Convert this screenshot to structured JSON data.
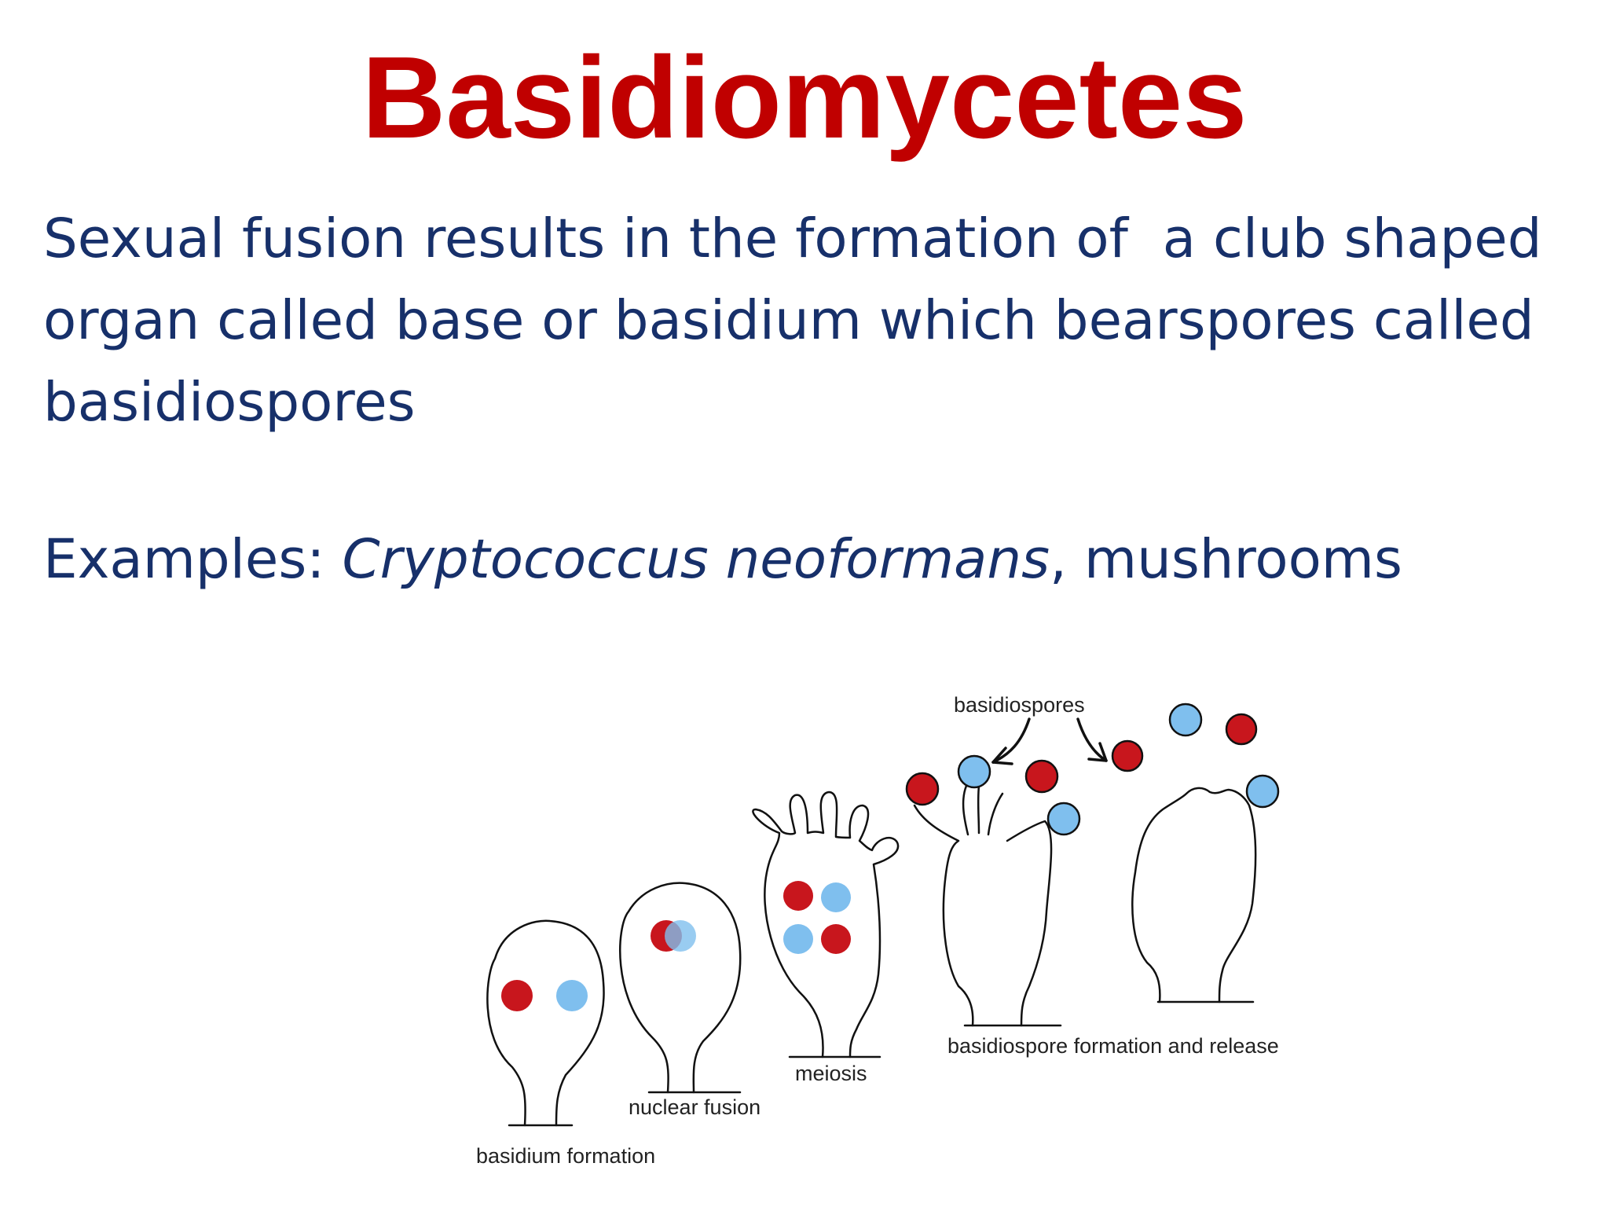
{
  "slide": {
    "title": "Basidiomycetes",
    "description": "Sexual fusion results in the formation of  a club shaped organ called base or basidium which bearspores called basidiospores",
    "examples_prefix": "Examples: ",
    "examples_species": "Cryptococcus neoformans",
    "examples_suffix": ", mushrooms"
  },
  "diagram": {
    "stage_labels": {
      "basidium_formation": "basidium formation",
      "nuclear_fusion": "nuclear fusion",
      "meiosis": "meiosis",
      "basidiospore_formation_release": "basidiospore formation and release"
    },
    "basidiospores_label": "basidiospores",
    "colors": {
      "nucleus_red": "#c8161d",
      "nucleus_blue": "#7fbfee",
      "outline": "#111111"
    }
  }
}
